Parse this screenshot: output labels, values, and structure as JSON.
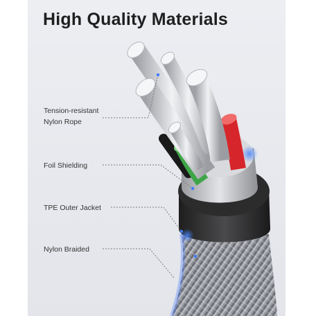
{
  "title": "High Quality Materials",
  "labels": [
    {
      "line1": "Tension-resistant",
      "line2": "Nylon Rope"
    },
    {
      "line1": "Foil Shielding"
    },
    {
      "line1": "TPE Outer Jacket"
    },
    {
      "line1": "Nylon Braided"
    }
  ],
  "colors": {
    "background": "#e8eaee",
    "wire_red": "#d7262b",
    "wire_green": "#3ea548",
    "jacket": "#3a3a3a",
    "braid": "#9a9ca2",
    "foil": "#c8c9cc",
    "glow": "#3f7cff"
  }
}
